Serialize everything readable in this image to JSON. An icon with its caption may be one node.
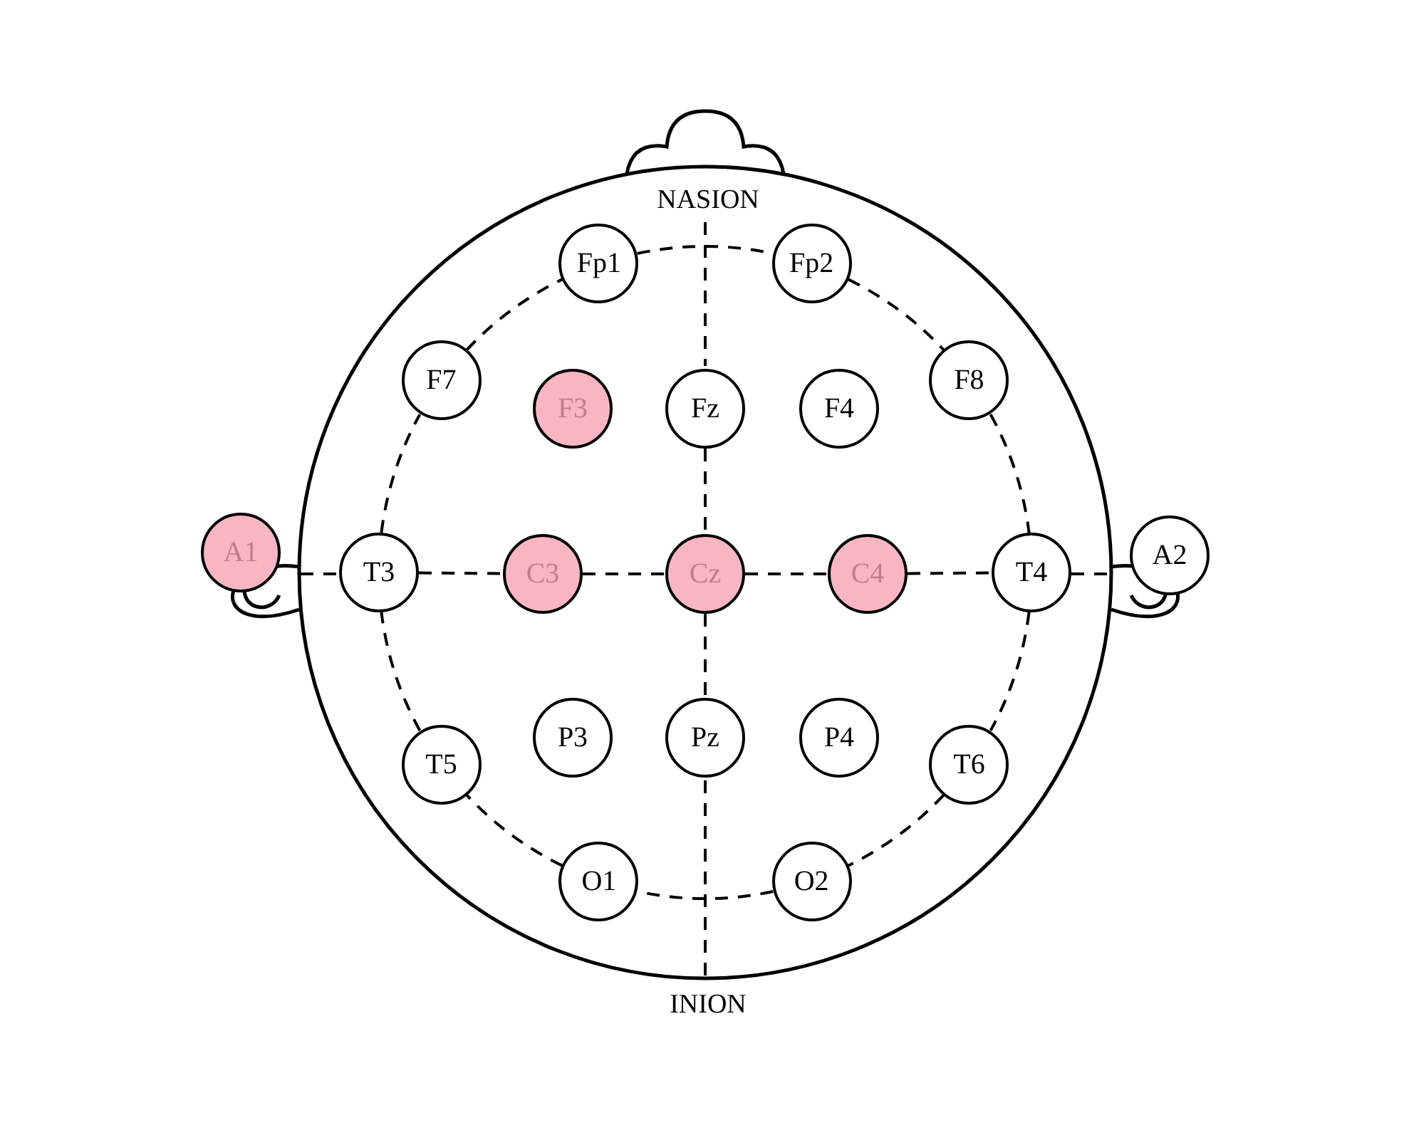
{
  "diagram": {
    "nodes": [
      {
        "text": [
          "Fp1"
        ]
      },
      {
        "text": [
          "Fp2"
        ]
      },
      {
        "text": [
          "F7"
        ]
      },
      {
        "text": [
          "F3"
        ]
      },
      {
        "text": [
          "Fz"
        ]
      },
      {
        "text": [
          "F4"
        ]
      },
      {
        "text": [
          "F8"
        ]
      },
      {
        "text": [
          "A1"
        ]
      },
      {
        "text": [
          "T3"
        ]
      },
      {
        "text": [
          "C3"
        ]
      },
      {
        "text": [
          "Cz"
        ]
      },
      {
        "text": [
          "C4"
        ]
      },
      {
        "text": [
          "T4"
        ]
      },
      {
        "text": [
          "A2"
        ]
      },
      {
        "text": [
          "T5"
        ]
      },
      {
        "text": [
          "P3"
        ]
      },
      {
        "text": [
          "Pz"
        ]
      },
      {
        "text": [
          "P4"
        ]
      },
      {
        "text": [
          "T6"
        ]
      },
      {
        "text": [
          "O1"
        ]
      },
      {
        "text": [
          "O2"
        ]
      }
    ],
    "edges": [
      {
        "from": 8,
        "to": 9,
        "arrow": "none",
        "style": "dashed"
      },
      {
        "from": 9,
        "to": 10,
        "arrow": "none",
        "style": "dashed"
      },
      {
        "from": 10,
        "to": 11,
        "arrow": "none",
        "style": "dashed"
      },
      {
        "from": 11,
        "to": 12,
        "arrow": "none",
        "style": "dashed"
      },
      {
        "from": 4,
        "to": 10,
        "arrow": "none",
        "style": "dashed"
      },
      {
        "from": 10,
        "to": 16,
        "arrow": "none",
        "style": "dashed"
      },
      {
        "from": 0,
        "to": 1,
        "arrow": "none",
        "style": "dashed"
      },
      {
        "from": 1,
        "to": 6,
        "arrow": "none",
        "style": "dashed"
      },
      {
        "from": 6,
        "to": 12,
        "arrow": "none",
        "style": "dashed"
      },
      {
        "from": 12,
        "to": 18,
        "arrow": "none",
        "style": "dashed"
      },
      {
        "from": 18,
        "to": 20,
        "arrow": "none",
        "style": "dashed"
      },
      {
        "from": 20,
        "to": 19,
        "arrow": "none",
        "style": "dashed"
      },
      {
        "from": 19,
        "to": 14,
        "arrow": "none",
        "style": "dashed"
      },
      {
        "from": 14,
        "to": 8,
        "arrow": "none",
        "style": "dashed"
      },
      {
        "from": 8,
        "to": 2,
        "arrow": "none",
        "style": "dashed"
      },
      {
        "from": 2,
        "to": 0,
        "arrow": "none",
        "style": "dashed"
      }
    ],
    "labels": [
      "NASION",
      "INION"
    ]
  }
}
